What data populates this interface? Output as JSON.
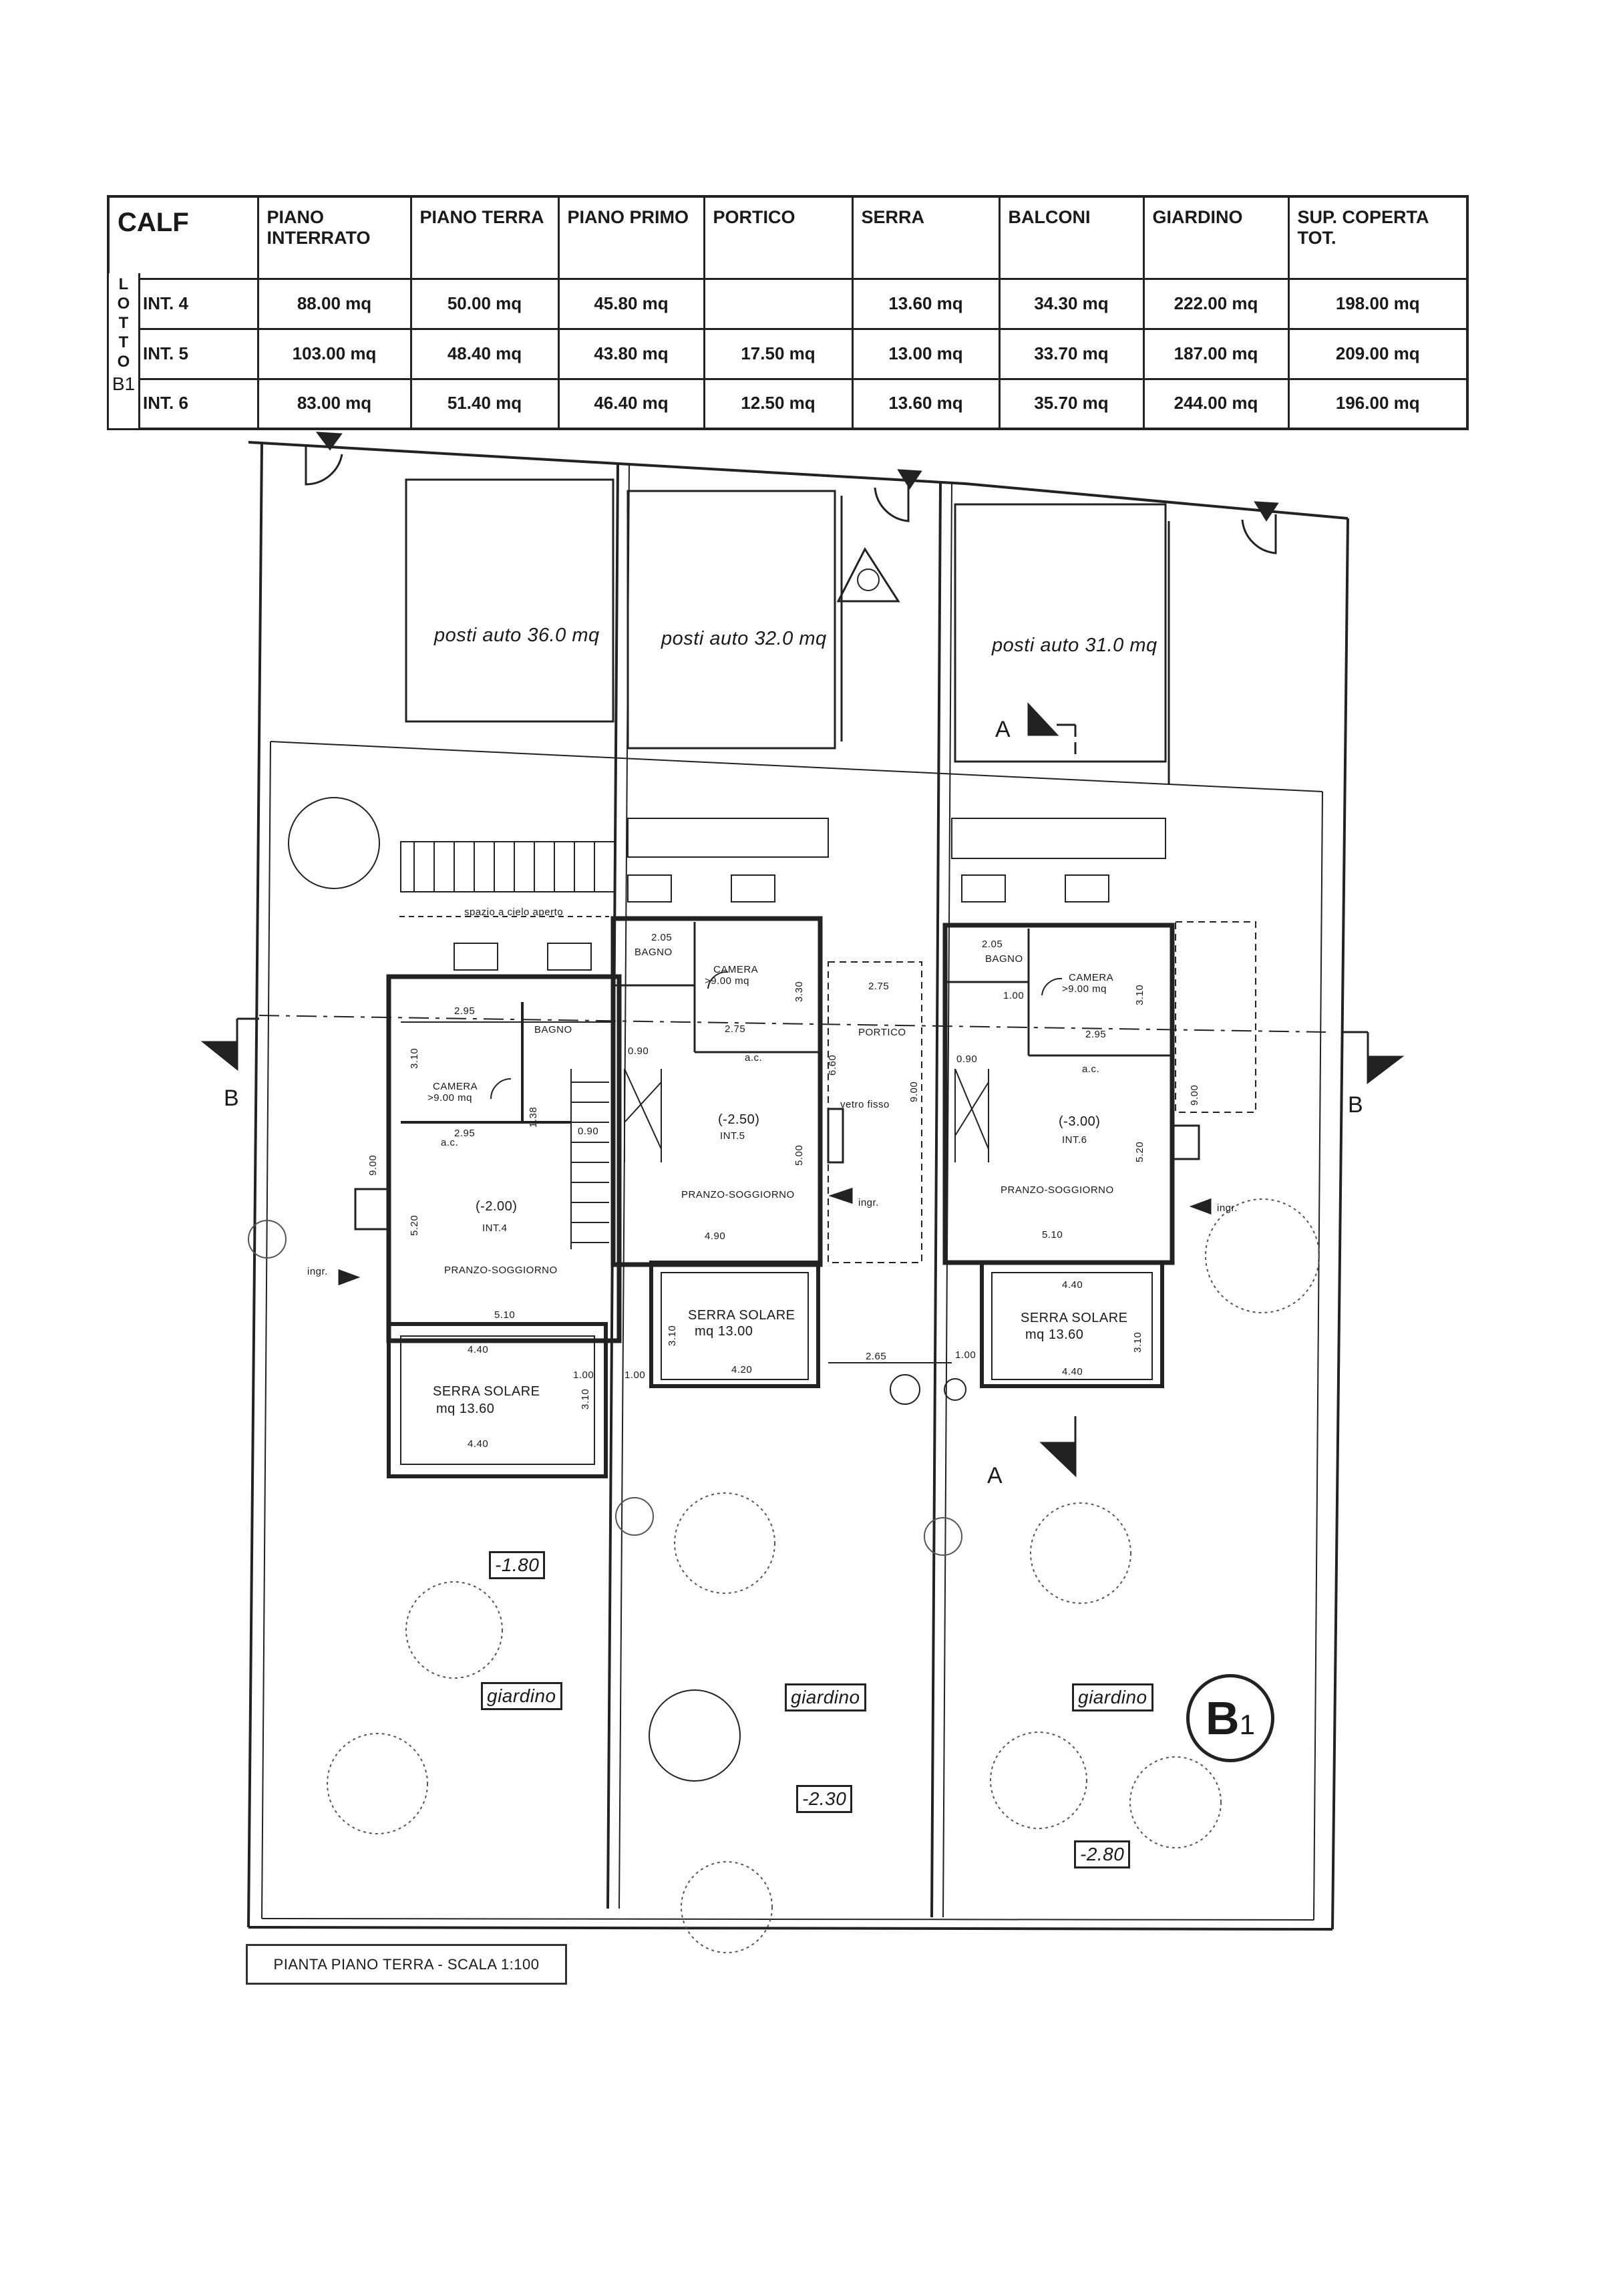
{
  "table": {
    "brand": "CALF",
    "headers": [
      "PIANO INTERRATO",
      "PIANO TERRA",
      "PIANO PRIMO",
      "PORTICO",
      "SERRA",
      "BALCONI",
      "GIARDINO",
      "SUP. COPERTA TOT."
    ],
    "lotto_letters": "L O T T O",
    "lotto_code": "B1",
    "rows": [
      {
        "name": "INT. 4",
        "values": [
          "88.00 mq",
          "50.00 mq",
          "45.80 mq",
          "",
          "13.60 mq",
          "34.30 mq",
          "222.00 mq",
          "198.00 mq"
        ]
      },
      {
        "name": "INT. 5",
        "values": [
          "103.00 mq",
          "48.40 mq",
          "43.80 mq",
          "17.50 mq",
          "13.00 mq",
          "33.70 mq",
          "187.00 mq",
          "209.00 mq"
        ]
      },
      {
        "name": "INT. 6",
        "values": [
          "83.00 mq",
          "51.40 mq",
          "46.40 mq",
          "12.50 mq",
          "13.60 mq",
          "35.70 mq",
          "244.00 mq",
          "196.00 mq"
        ]
      }
    ]
  },
  "plan": {
    "parking": [
      "posti auto 36.0 mq",
      "posti auto 32.0 mq",
      "posti auto 31.0 mq"
    ],
    "section_a": "A",
    "section_b": "B",
    "open_space": "spazio a cielo aperto",
    "portico": "PORTICO",
    "vetro_fisso": "vetro fisso",
    "ingr": "ingr.",
    "units": [
      {
        "name": "INT.4",
        "level": "(-2.00)",
        "camera": "CAMERA",
        "camera_area": ">9.00 mq",
        "bagno": "BAGNO",
        "living": "PRANZO-SOGGIORNO",
        "serra": "SERRA SOLARE",
        "serra_area": "mq 13.60",
        "ac": "a.c."
      },
      {
        "name": "INT.5",
        "level": "(-2.50)",
        "camera": "CAMERA",
        "camera_area": ">9.00 mq",
        "bagno": "BAGNO",
        "living": "PRANZO-SOGGIORNO",
        "serra": "SERRA SOLARE",
        "serra_area": "mq 13.00",
        "ac": "a.c."
      },
      {
        "name": "INT.6",
        "level": "(-3.00)",
        "camera": "CAMERA",
        "camera_area": ">9.00 mq",
        "bagno": "BAGNO",
        "living": "PRANZO-SOGGIORNO",
        "serra": "SERRA SOLARE",
        "serra_area": "mq 13.60",
        "ac": "a.c."
      }
    ],
    "dims": {
      "d295": "2.95",
      "d310": "3.10",
      "d138": "1.38",
      "d090": "0.90",
      "d900": "9.00",
      "d520": "5.20",
      "d510": "5.10",
      "d440": "4.40",
      "d100": "1.00",
      "d205": "2.05",
      "d275": "2.75",
      "d330": "3.30",
      "d660": "6.60",
      "d500": "5.00",
      "d490": "4.90",
      "d420": "4.20",
      "d265": "2.65"
    },
    "garden": "giardino",
    "levels": [
      "-1.80",
      "-2.30",
      "-2.80"
    ],
    "lot_badge": "B",
    "lot_badge_sub": "1"
  },
  "caption": "PIANTA  PIANO TERRA - SCALA 1:100"
}
